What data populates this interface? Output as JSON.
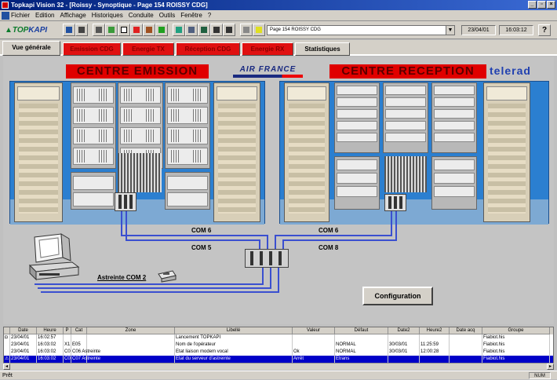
{
  "window": {
    "title": "Topkapi Vision 32 - [Roissy - Synoptique - Page 154 ROISSY CDG]"
  },
  "menu": [
    "Fichier",
    "Edition",
    "Affichage",
    "Historiques",
    "Conduite",
    "Outils",
    "Fenêtre",
    "?"
  ],
  "toolbar": {
    "logo_left": "TOP",
    "logo_right": "KAPI",
    "page_select": "Page 154 ROISSY CDG",
    "date": "23/04/01",
    "time": "16:03:12",
    "help": "?"
  },
  "tabs": [
    "Vue générale",
    "Emission CDG",
    "Energie TX",
    "Réception CDG",
    "Energie RX",
    "Statistiques"
  ],
  "synoptic": {
    "centre_emission": "CENTRE EMISSION",
    "centre_reception": "CENTRE RECEPTION",
    "airline": "AIR FRANCE",
    "telerad": "telerad",
    "com6_left": "COM 6",
    "com5": "COM 5",
    "com6_right": "COM 6",
    "com8": "COM 8",
    "astreinte": "Astreinte COM 2",
    "configuration": "Configuration"
  },
  "log": {
    "columns": [
      "Date",
      "Heure",
      "P",
      "Cat",
      "Zone",
      "Libellé",
      "Valeur",
      "Défaut",
      "Date2",
      "Heure2",
      "Date acq",
      "Groupe"
    ],
    "rows": [
      [
        "23/04/01",
        "16:02:57",
        "",
        "",
        "",
        "Lancement TOPKAPI",
        "",
        "",
        "",
        "",
        "",
        "Fiabiot.his"
      ],
      [
        "23/04/01",
        "16:03:02",
        "X1",
        "E05",
        "",
        "Nom de l'opérateur",
        "",
        "NORMAL",
        "30/03/01",
        "11:25:59",
        "",
        "Fiabiot.his"
      ],
      [
        "23/04/01",
        "16:03:02",
        "C0",
        "C06 Astreinte",
        "",
        "Etat liaison modem vocal",
        "Ok",
        "NORMAL",
        "30/03/01",
        "12:00:28",
        "",
        "Fiabiot.his"
      ],
      [
        "23/04/01",
        "16:03:02",
        "C0",
        "C07 Astreinte",
        "",
        "Etat du serveur d'astreinte",
        "Arrêt",
        "Etrans",
        "",
        "",
        "",
        "Fiabiot.his"
      ]
    ]
  },
  "status": {
    "left": "Prêt",
    "right": "NUM"
  }
}
